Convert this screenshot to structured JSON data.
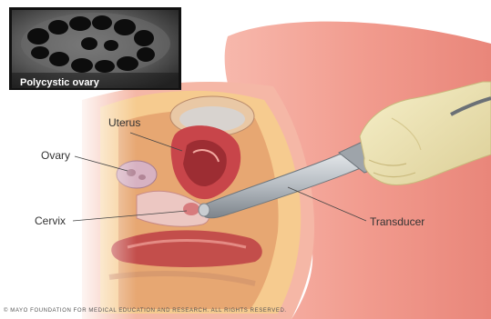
{
  "inset": {
    "caption": "Polycystic ovary"
  },
  "labels": {
    "uterus": "Uterus",
    "ovary": "Ovary",
    "cervix": "Cervix",
    "transducer": "Transducer"
  },
  "footer": {
    "copyright": "© MAYO FOUNDATION FOR MEDICAL EDUCATION AND RESEARCH. ALL RIGHTS RESERVED."
  },
  "colors": {
    "skin": "#f0958a",
    "tissue": "#f7c98f",
    "organ": "#c8454a",
    "glove": "#eee4b0",
    "probe": "#b8bcc0"
  }
}
